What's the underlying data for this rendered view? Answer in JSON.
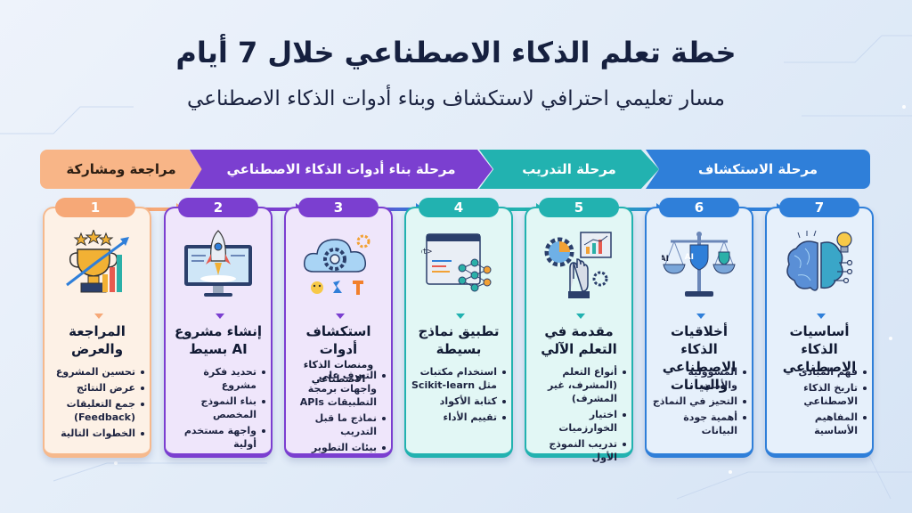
{
  "header": {
    "title": "خطة تعلم الذكاء الاصطناعي خلال 7 أيام",
    "subtitle": "مسار تعليمي احترافي لاستكشاف وبناء أدوات الذكاء الاصطناعي"
  },
  "phases": [
    {
      "label": "مراجعة ومشاركة",
      "color": "#f8b587"
    },
    {
      "label": "مرحلة بناء أدوات الذكاء الاصطناعي",
      "color": "#7b3fd0"
    },
    {
      "label": "مرحلة التدريب",
      "color": "#22b2b0"
    },
    {
      "label": "مرحلة الاستكشاف",
      "color": "#2f7fd9"
    }
  ],
  "days": [
    {
      "number": "1",
      "icon": "trophy-growth-icon",
      "title": "المراجعة والعرض",
      "subtitle": "",
      "color": "#f6a877",
      "bg": "#fdf1e6",
      "bullets": [
        "تحسين المشروع",
        "عرض النتائج",
        "جمع التعليقات (Feedback)",
        "الخطوات التالية"
      ]
    },
    {
      "number": "2",
      "icon": "rocket-monitor-icon",
      "title": "إنشاء مشروع AI بسيط",
      "subtitle": "",
      "color": "#7b3fd0",
      "bg": "#efe6fb",
      "bullets": [
        "تحديد فكرة مشروع",
        "بناء النموذج المخصص",
        "واجهة مستخدم أولية"
      ]
    },
    {
      "number": "3",
      "icon": "cloud-gear-icon",
      "title": "استكشاف أدوات",
      "subtitle": "ومنصات الذكاء الاصطناعي",
      "color": "#7b3fd0",
      "bg": "#efe6fb",
      "bullets": [
        "التعرف على واجهات برمجة التطبيقات APIs",
        "نماذج ما قبل التدريب",
        "بيئات التطوير"
      ]
    },
    {
      "number": "4",
      "icon": "script-network-icon",
      "title": "تطبيق نماذج بسيطة",
      "subtitle": "",
      "color": "#22b2b0",
      "bg": "#e2f7f5",
      "bullets": [
        "استخدام مكتبات مثل Scikit-learn",
        "كتابة الأكواد",
        "تقييم الأداء"
      ]
    },
    {
      "number": "5",
      "icon": "robot-hand-chart-icon",
      "title": "مقدمة في التعلم الآلي",
      "subtitle": "",
      "color": "#22b2b0",
      "bg": "#e2f7f5",
      "bullets": [
        "أنواع التعلم (المشرف، غير المشرف)",
        "اختيار الخوارزميات",
        "تدريب النموذج الأول"
      ]
    },
    {
      "number": "6",
      "icon": "scales-ai-icon",
      "title": "أخلاقيات الذكاء الاصطناعي والبيانات",
      "subtitle": "",
      "color": "#2f7fd9",
      "bg": "#e6f0fb",
      "bullets": [
        "المسؤولية والأمان",
        "التحيز في النماذج",
        "أهمية جودة البيانات"
      ]
    },
    {
      "number": "7",
      "icon": "brain-bulb-icon",
      "title": "أساسيات الذكاء الاصطناعي",
      "subtitle": "",
      "color": "#2f7fd9",
      "bg": "#e6f0fb",
      "bullets": [
        "فهم المبادئ",
        "تاريخ الذكاء الاصطناعي",
        "المفاهيم الأساسية"
      ]
    }
  ]
}
